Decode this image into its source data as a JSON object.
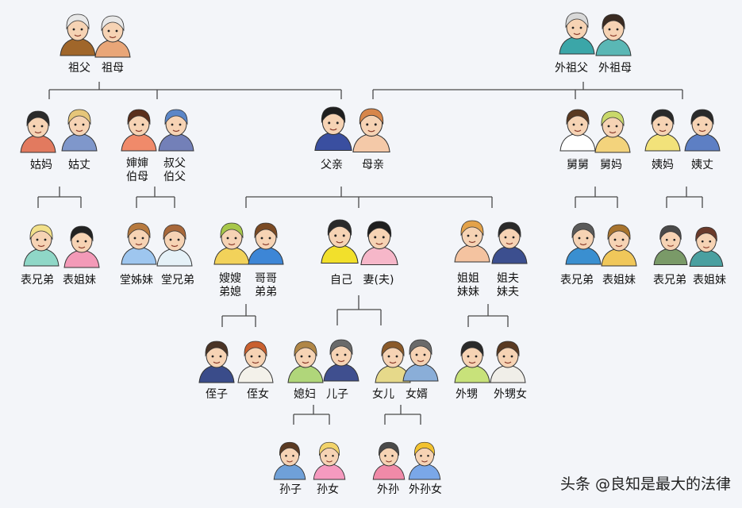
{
  "figures": {
    "grandfather": {
      "label": "祖父",
      "hair": "#e8e8e8",
      "shirt": "#a0662a"
    },
    "grandmother": {
      "label": "祖母",
      "hair": "#e8e8e8",
      "shirt": "#e9a678"
    },
    "maternal_grandfather": {
      "label": "外祖父",
      "hair": "#d8d8d8",
      "shirt": "#3ba6a8"
    },
    "maternal_grandmother": {
      "label": "外祖母",
      "hair": "#3a2b22",
      "shirt": "#5ab7b5"
    },
    "paternal_aunt": {
      "label": "姑妈",
      "hair": "#2b2b2b",
      "shirt": "#e27a5f"
    },
    "paternal_aunt_husband": {
      "label": "姑丈",
      "hair": "#e6c679",
      "shirt": "#7f97cb"
    },
    "paternal_uncle_wife": {
      "label": "婶婶\n伯母",
      "hair": "#5a2f1c",
      "shirt": "#f08a6a"
    },
    "paternal_uncle": {
      "label": "叔父\n伯父",
      "hair": "#5b86c7",
      "shirt": "#7380b8"
    },
    "father": {
      "label": "父亲",
      "hair": "#1e1e1e",
      "shirt": "#3a4fa0"
    },
    "mother": {
      "label": "母亲",
      "hair": "#d7864a",
      "shirt": "#f4c9a8"
    },
    "maternal_uncle": {
      "label": "舅舅",
      "hair": "#5a3a22",
      "shirt": "#ffffff"
    },
    "maternal_uncle_wife": {
      "label": "舅妈",
      "hair": "#c9d86a",
      "shirt": "#f3d37c"
    },
    "maternal_aunt": {
      "label": "姨妈",
      "hair": "#2a2a2a",
      "shirt": "#f2e27a"
    },
    "maternal_aunt_husband": {
      "label": "姨丈",
      "hair": "#2a2a2a",
      "shirt": "#5d7fc4"
    },
    "cousin_paternal_boy": {
      "label": "表兄弟",
      "hair": "#f2e08a",
      "shirt": "#8fd7c7"
    },
    "cousin_paternal_girl": {
      "label": "表姐妹",
      "hair": "#222222",
      "shirt": "#f39ab8"
    },
    "cousin_uncle_girl": {
      "label": "堂姊妹",
      "hair": "#b77a3f",
      "shirt": "#9ec6ef"
    },
    "cousin_uncle_boy": {
      "label": "堂兄弟",
      "hair": "#a8683a",
      "shirt": "#e5f1f7"
    },
    "sister_in_law": {
      "label": "嫂嫂\n弟媳",
      "hair": "#a7c74a",
      "shirt": "#f2d25a"
    },
    "brother": {
      "label": "哥哥\n弟弟",
      "hair": "#7a4a24",
      "shirt": "#3d86d6"
    },
    "self": {
      "label": "自己",
      "hair": "#2a2a2a",
      "shirt": "#f2e02b"
    },
    "spouse": {
      "label": "妻(夫)",
      "hair": "#1e1e1e",
      "shirt": "#f6b7c9"
    },
    "sister": {
      "label": "姐姐\n妹妹",
      "hair": "#e3a24a",
      "shirt": "#f4c3a0"
    },
    "sister_husband": {
      "label": "姐夫\n妹夫",
      "hair": "#2a2a2a",
      "shirt": "#3c4f8f"
    },
    "cousin_maternal_boy": {
      "label": "表兄弟",
      "hair": "#5a5a5a",
      "shirt": "#3a8fd0"
    },
    "cousin_maternal_girl": {
      "label": "表姐妹",
      "hair": "#a8742e",
      "shirt": "#f0c75a"
    },
    "cousin_aunt_boy": {
      "label": "表兄弟",
      "hair": "#4a4a4a",
      "shirt": "#7a9a68"
    },
    "cousin_aunt_girl": {
      "label": "表姐妹",
      "hair": "#6a3a2a",
      "shirt": "#4aa0a0"
    },
    "nephew": {
      "label": "侄子",
      "hair": "#4a3426",
      "shirt": "#3a4c8a"
    },
    "niece": {
      "label": "侄女",
      "hair": "#c9602f",
      "shirt": "#f3f1ea"
    },
    "daughter_in_law": {
      "label": "媳妇",
      "hair": "#b08646",
      "shirt": "#b0d67a"
    },
    "son": {
      "label": "儿子",
      "hair": "#6a6a6a",
      "shirt": "#3f4f8f"
    },
    "daughter": {
      "label": "女儿",
      "hair": "#8a5a2a",
      "shirt": "#e6d98a"
    },
    "son_in_law": {
      "label": "女婿",
      "hair": "#6a6a6a",
      "shirt": "#8aaed8"
    },
    "sister_son": {
      "label": "外甥",
      "hair": "#2a2a2a",
      "shirt": "#c8e27a"
    },
    "sister_daughter": {
      "label": "外甥女",
      "hair": "#5a3a22",
      "shirt": "#f0eee8"
    },
    "grandson": {
      "label": "孙子",
      "hair": "#5a3a22",
      "shirt": "#6fa0d8"
    },
    "granddaughter": {
      "label": "孙女",
      "hair": "#f2d36a",
      "shirt": "#f59abf"
    },
    "daughters_son": {
      "label": "外孙",
      "hair": "#4a4a4a",
      "shirt": "#f08aa8"
    },
    "daughters_daughter": {
      "label": "外孙女",
      "hair": "#f2c230",
      "shirt": "#7aa7e8"
    }
  },
  "watermark": "头条 @良知是最大的法律",
  "colors": {
    "background": "#f3f5f9",
    "line": "#4a4a4a",
    "skin": "#f6d3b4"
  }
}
